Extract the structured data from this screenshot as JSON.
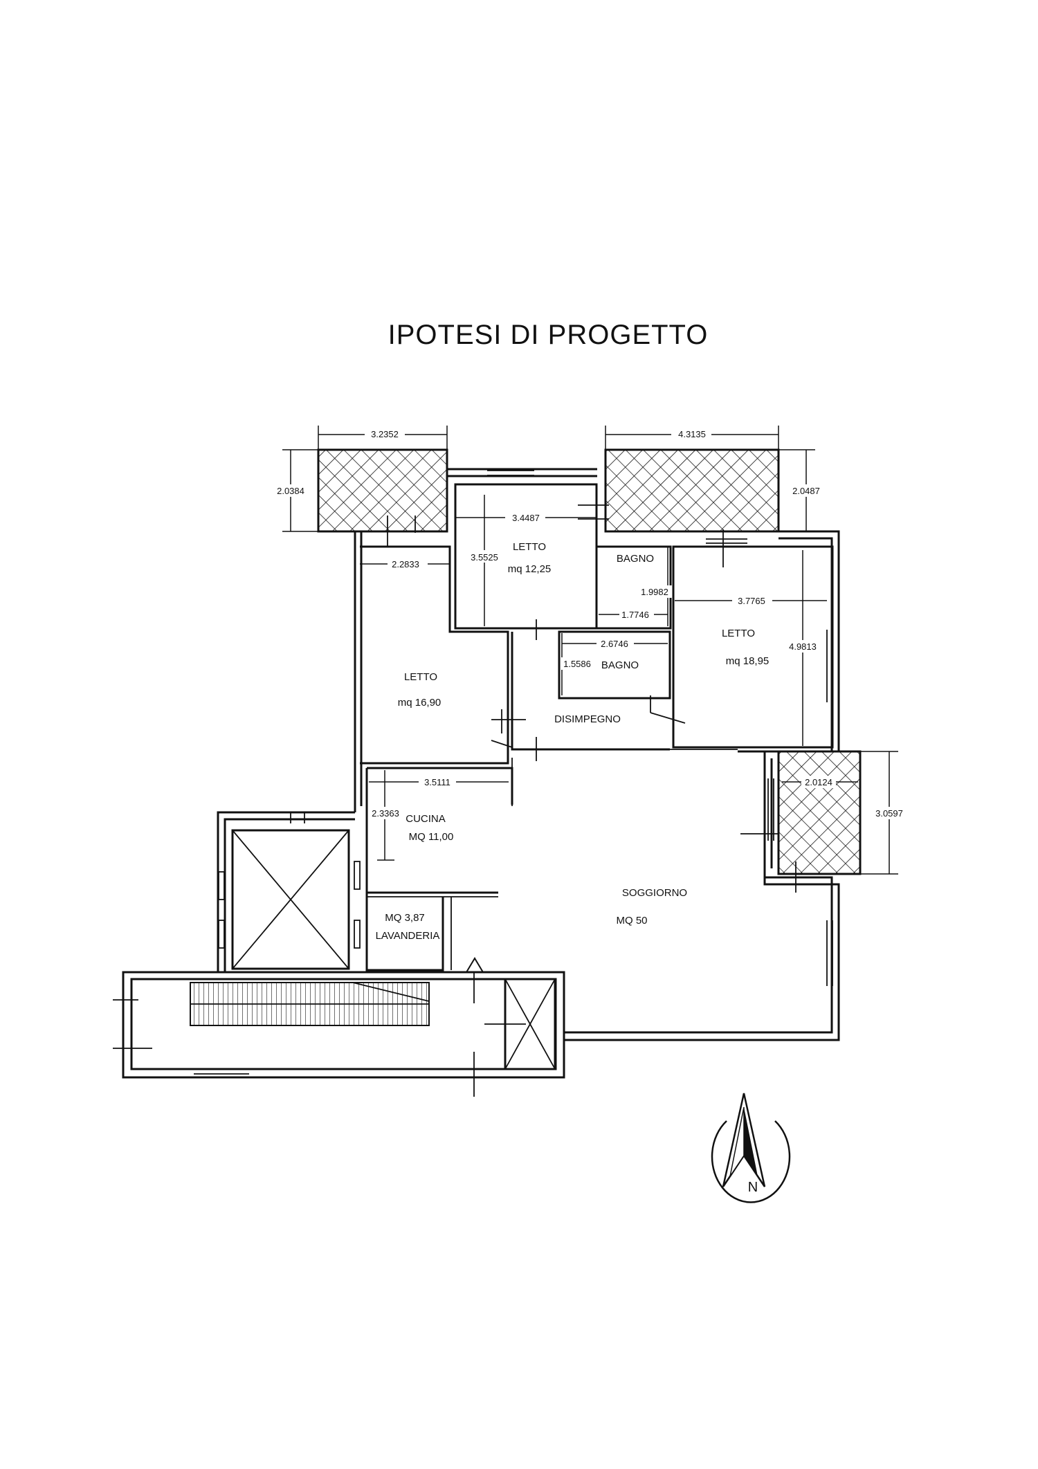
{
  "title": "IPOTESI  DI PROGETTO",
  "rooms": {
    "letto_top_name": "LETTO",
    "letto_top_area": "mq 12,25",
    "letto_left_name": "LETTO",
    "letto_left_area": "mq 16,90",
    "letto_right_name": "LETTO",
    "letto_right_area": "mq 18,95",
    "bagno_1": "BAGNO",
    "bagno_2": "BAGNO",
    "disimpegno": "DISIMPEGNO",
    "cucina_name": "CUCINA",
    "cucina_area": "MQ 11,00",
    "lavanderia_area": "MQ 3,87",
    "lavanderia_name": "LAVANDERIA",
    "soggiorno_name": "SOGGIORNO",
    "soggiorno_area": "MQ 50"
  },
  "dimensions": {
    "terrace_left_w": "3.2352",
    "terrace_left_h": "2.0384",
    "terrace_right_w": "4.3135",
    "terrace_right_h": "2.0487",
    "letto_top_w": "3.4487",
    "letto_top_h": "3.5525",
    "letto_left_w": "2.2833",
    "bagno_1_h": "1.9982",
    "bagno_1_w": "1.7746",
    "letto_right_w": "3.7765",
    "letto_right_h": "4.9813",
    "bagno_2_w": "2.6746",
    "bagno_2_h": "1.5586",
    "cucina_w": "3.5111",
    "cucina_h": "2.3363",
    "terrace_east_w": "2.0124",
    "terrace_east_h": "3.0597"
  },
  "compass": {
    "label": "N",
    "icon": "north-arrow-icon"
  }
}
